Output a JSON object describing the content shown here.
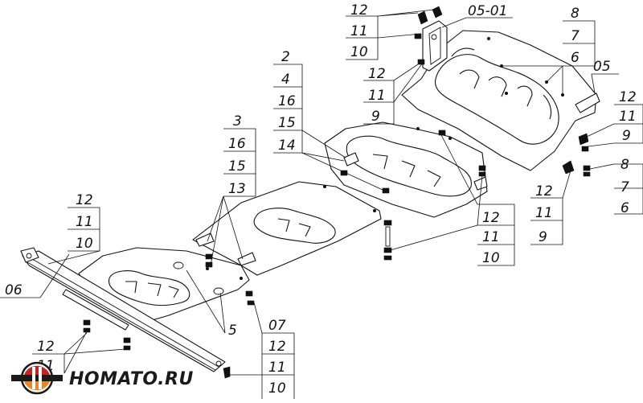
{
  "callouts": {
    "top_left_stack": [
      "12",
      "11",
      "10"
    ],
    "top_mid": [
      "12",
      "11",
      "9"
    ],
    "title_block": "05-01",
    "top_right_stack": [
      "8",
      "7",
      "6"
    ],
    "right_label": "05",
    "right_stack_a": [
      "12",
      "11",
      "9"
    ],
    "right_stack_b": [
      "8",
      "7",
      "6"
    ],
    "center_stack": [
      "2",
      "4",
      "16",
      "15",
      "14"
    ],
    "center_low_stack": [
      "12",
      "11",
      "9",
      "12",
      "11",
      "10"
    ],
    "left_mid_stack": [
      "3",
      "16",
      "15",
      "13"
    ],
    "left_stack": [
      "12",
      "11",
      "10"
    ],
    "beam_label": "06",
    "part_5": "5",
    "bottom_right_stack": [
      "07",
      "12",
      "11",
      "10"
    ],
    "bottom_left_stack": [
      "12",
      "11"
    ]
  },
  "brand": {
    "logo_text": "HOMATO.RU",
    "colors": {
      "red": "#c8211e",
      "orange": "#e8862a",
      "dark": "#1a1a1a"
    }
  }
}
